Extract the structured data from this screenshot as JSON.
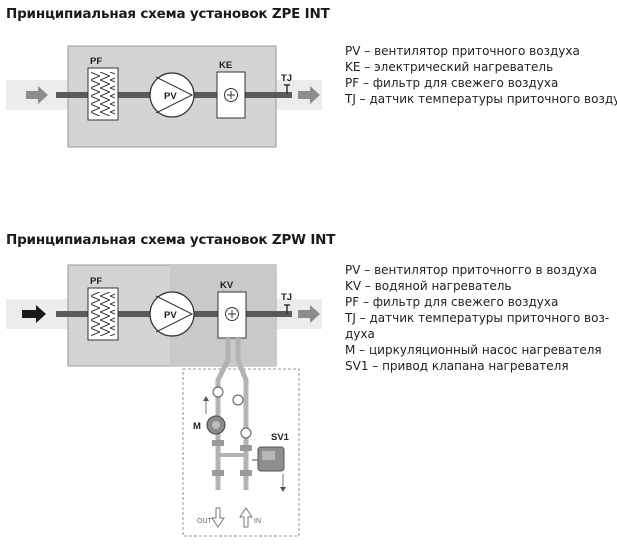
{
  "diagram1": {
    "title": "Принципиальная схема установок ZPE INT",
    "labels": {
      "filter": "PF",
      "fan": "PV",
      "heater": "KE",
      "sensor": "TJ"
    },
    "legend": [
      "PV – вентилятор приточного воздуха",
      "KE – электрический нагреватель",
      "PF – фильтр для свежего воздуха",
      "TJ – датчик температуры приточного воздуха"
    ]
  },
  "diagram2": {
    "title": "Принципиальная схема установок ZPW INT",
    "labels": {
      "filter": "PF",
      "fan": "PV",
      "heater": "KV",
      "sensor": "TJ",
      "pump": "M",
      "valve": "SV1",
      "out": "OUT",
      "in": "IN"
    },
    "legend": [
      "PV – вентилятор приточногго в воздуха",
      "KV – водяной нагреватель",
      "PF – фильтр для свежего воздуха",
      "TJ – датчик температуры приточного воз-",
      "духа",
      "M – циркуляционный насос нагревателя",
      "SV1 – привод клапана нагревателя"
    ]
  },
  "colors": {
    "box": "#d4d4d4",
    "duct": "#ececec",
    "stroke": "#6b6b6b",
    "arrow": "#9a9a9a",
    "dark": "#222222"
  }
}
